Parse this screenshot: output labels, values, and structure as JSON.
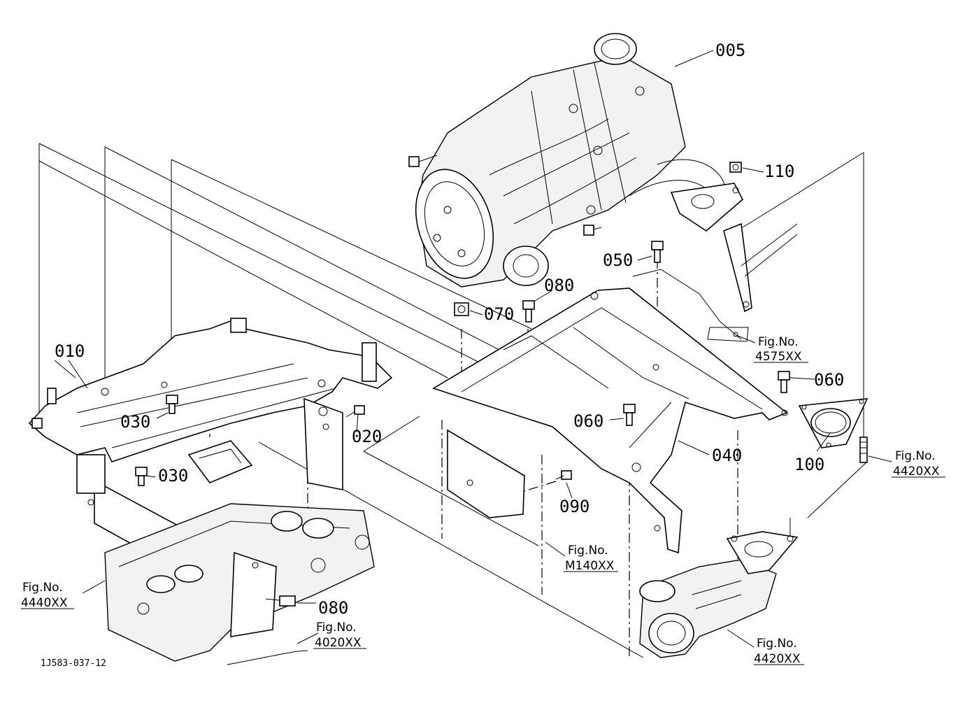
{
  "diagram_code": "1J583-037-12",
  "colors": {
    "ink": "#000000",
    "paper": "#ffffff"
  },
  "part_labels": {
    "p005": "005",
    "p010": "010",
    "p020": "020",
    "p030a": "030",
    "p030b": "030",
    "p040": "040",
    "p050": "050",
    "p060a": "060",
    "p060b": "060",
    "p070": "070",
    "p080a": "080",
    "p080b": "080",
    "p090": "090",
    "p100": "100",
    "p110": "110"
  },
  "figure_refs": {
    "fig_prefix": "Fig.No.",
    "f4575": "4575XX",
    "f4420a": "4420XX",
    "f4420b": "4420XX",
    "fm140": "M140XX",
    "f4440": "4440XX",
    "f4020": "4020XX"
  }
}
